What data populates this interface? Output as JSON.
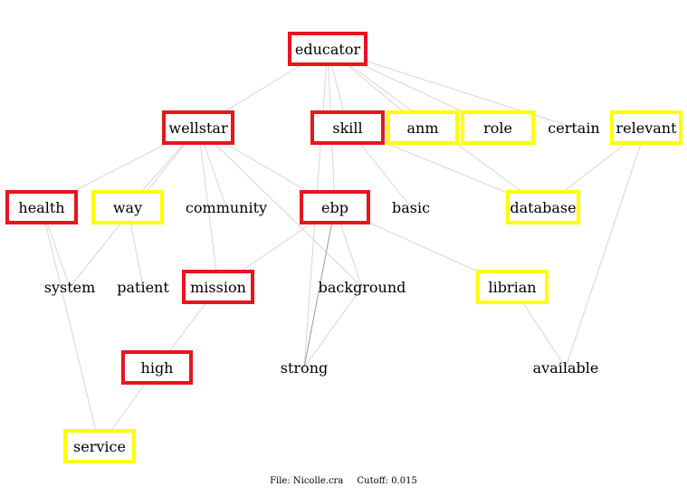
{
  "colors": {
    "red": "#e8141e",
    "yellow": "#ffff00",
    "edge": "#d6d6d6",
    "edge_dark": "#9a9a9a"
  },
  "nodes": {
    "educator": {
      "label": "educator",
      "style": "red"
    },
    "wellstar": {
      "label": "wellstar",
      "style": "red"
    },
    "skill": {
      "label": "skill",
      "style": "red"
    },
    "anm": {
      "label": "anm",
      "style": "yellow"
    },
    "role": {
      "label": "role",
      "style": "yellow"
    },
    "certain": {
      "label": "certain",
      "style": "plain"
    },
    "relevant": {
      "label": "relevant",
      "style": "yellow"
    },
    "health": {
      "label": "health",
      "style": "red"
    },
    "way": {
      "label": "way",
      "style": "yellow"
    },
    "community": {
      "label": "community",
      "style": "plain"
    },
    "ebp": {
      "label": "ebp",
      "style": "red"
    },
    "basic": {
      "label": "basic",
      "style": "plain"
    },
    "database": {
      "label": "database",
      "style": "yellow"
    },
    "system": {
      "label": "system",
      "style": "plain"
    },
    "patient": {
      "label": "patient",
      "style": "plain"
    },
    "mission": {
      "label": "mission",
      "style": "red"
    },
    "background": {
      "label": "background",
      "style": "plain"
    },
    "librian": {
      "label": "librian",
      "style": "yellow"
    },
    "high": {
      "label": "high",
      "style": "red"
    },
    "strong": {
      "label": "strong",
      "style": "plain"
    },
    "available": {
      "label": "available",
      "style": "plain"
    },
    "service": {
      "label": "service",
      "style": "yellow"
    }
  },
  "edges": [
    [
      "educator",
      "wellstar"
    ],
    [
      "educator",
      "skill"
    ],
    [
      "educator",
      "anm"
    ],
    [
      "educator",
      "role"
    ],
    [
      "educator",
      "certain"
    ],
    [
      "educator",
      "ebp"
    ],
    [
      "educator",
      "strong"
    ],
    [
      "educator",
      "database"
    ],
    [
      "wellstar",
      "health"
    ],
    [
      "wellstar",
      "way"
    ],
    [
      "wellstar",
      "community"
    ],
    [
      "wellstar",
      "system"
    ],
    [
      "wellstar",
      "mission"
    ],
    [
      "wellstar",
      "ebp"
    ],
    [
      "wellstar",
      "background"
    ],
    [
      "skill",
      "basic"
    ],
    [
      "skill",
      "database"
    ],
    [
      "relevant",
      "database"
    ],
    [
      "relevant",
      "available"
    ],
    [
      "health",
      "system"
    ],
    [
      "health",
      "service"
    ],
    [
      "way",
      "patient"
    ],
    [
      "ebp",
      "mission"
    ],
    [
      "ebp",
      "librian"
    ],
    [
      "ebp",
      "strong",
      "dark"
    ],
    [
      "ebp",
      "background"
    ],
    [
      "background",
      "strong"
    ],
    [
      "librian",
      "available"
    ],
    [
      "mission",
      "high"
    ],
    [
      "high",
      "service"
    ]
  ],
  "footer": {
    "file": "File: Nicolle.cra",
    "cutoff": "Cutoff: 0.015"
  }
}
